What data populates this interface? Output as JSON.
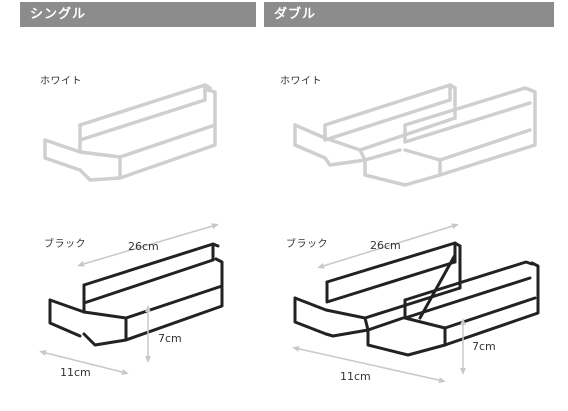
{
  "sections": {
    "single": {
      "title": "シングル",
      "white_label": "ホワイト",
      "black_label": "ブラック",
      "dims": {
        "length": "26cm",
        "height": "7cm",
        "depth": "11cm"
      }
    },
    "double": {
      "title": "ダブル",
      "white_label": "ホワイト",
      "black_label": "ブラック",
      "dims": {
        "length": "26cm",
        "height": "7cm",
        "depth": "11cm"
      }
    }
  },
  "colors": {
    "header_bg": "#8c8c8c",
    "white_variant": "#cfcfcf",
    "black_variant": "#222222",
    "dim_arrow": "#c8c8c8"
  }
}
